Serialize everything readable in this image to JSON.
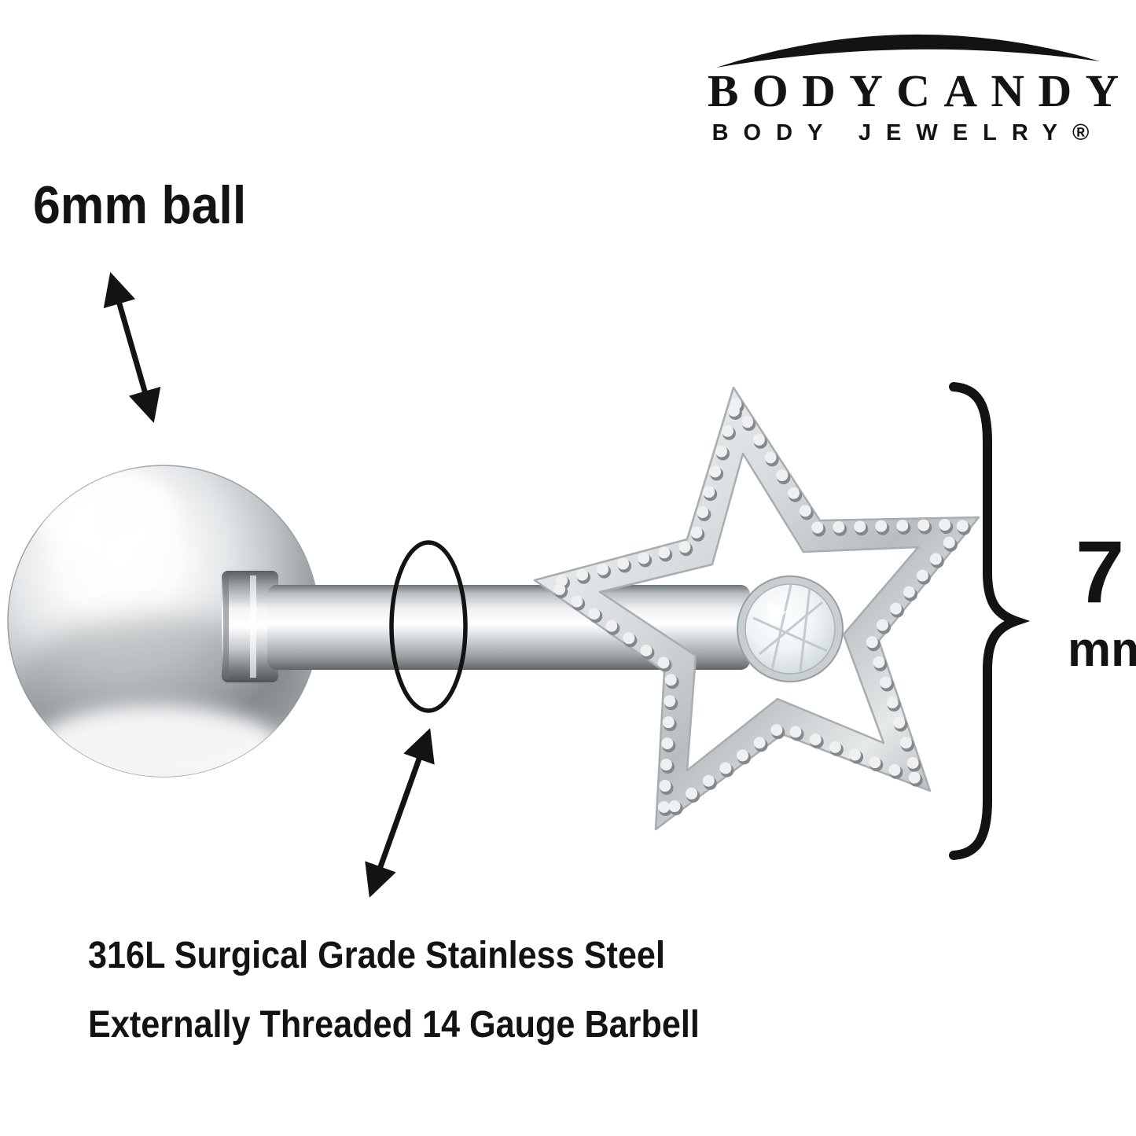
{
  "logo": {
    "wordmark": "BODYCANDY",
    "subtitle": "BODY JEWELRY®"
  },
  "labels": {
    "ball": "6mm ball",
    "size_value": "7",
    "size_unit": "mm",
    "material_line1": "316L Surgical Grade Stainless Steel",
    "material_line2": "Externally Threaded 14 Gauge Barbell"
  },
  "colors": {
    "background": "#ffffff",
    "ink": "#131313",
    "metal_highlight": "#ffffff",
    "metal_mid": "#c7cccf",
    "metal_shadow": "#7c8285"
  }
}
